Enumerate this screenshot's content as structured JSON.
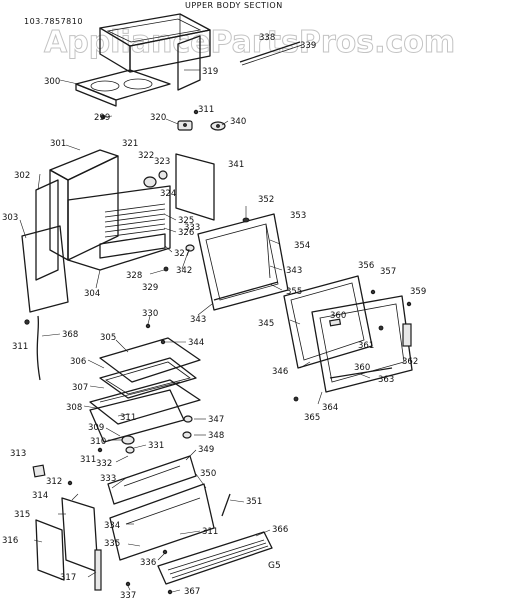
{
  "header": {
    "model_number": "103.7857810",
    "section_title": "UPPER BODY SECTION",
    "watermark": "AppliancePartsPros.com"
  },
  "footer": {
    "code": "G5"
  },
  "labels": {
    "l319": "319",
    "l300": "300",
    "l299": "299",
    "l311a": "311",
    "l320": "320",
    "l340": "340",
    "l339": "339",
    "l338": "338",
    "l301": "301",
    "l321": "321",
    "l322": "322",
    "l323": "323",
    "l324": "324",
    "l341": "341",
    "l302": "302",
    "l303": "303",
    "l325": "325",
    "l326": "326",
    "l327": "327",
    "l328": "328",
    "l329": "329",
    "l304": "304",
    "l342": "342",
    "l352": "352",
    "l353": "353",
    "l333": "333",
    "l354": "354",
    "l343a": "343",
    "l355": "355",
    "l343b": "343",
    "l356": "356",
    "l357": "357",
    "l359": "359",
    "l345": "345",
    "l360a": "360",
    "l361": "361",
    "l362": "362",
    "l346": "346",
    "l360b": "360",
    "l363": "363",
    "l364": "364",
    "l365": "365",
    "l311b": "311",
    "l368": "368",
    "l330": "330",
    "l344": "344",
    "l305": "305",
    "l306": "306",
    "l307": "307",
    "l308": "308",
    "l311c": "311",
    "l347": "347",
    "l309": "309",
    "l348": "348",
    "l310": "310",
    "l331": "331",
    "l311d": "311",
    "l332": "332",
    "l349": "349",
    "l313": "313",
    "l333b": "333",
    "l350": "350",
    "l312": "312",
    "l314": "314",
    "l351": "351",
    "l315": "315",
    "l334": "334",
    "l311e": "311",
    "l366": "366",
    "l316": "316",
    "l335": "335",
    "l336": "336",
    "l317": "317",
    "l337": "337",
    "l367": "367"
  }
}
